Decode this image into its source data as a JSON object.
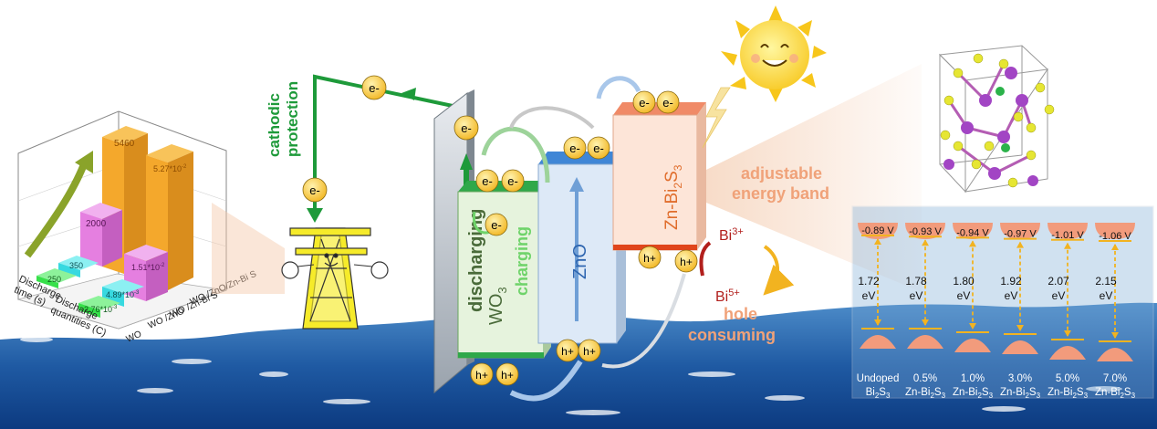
{
  "colors": {
    "sea_top": "#3f7fc0",
    "sea_bottom": "#0d3f86",
    "wo3_face": "#e6f3dd",
    "wo3_top": "#2fa84a",
    "zno_face": "#dde9f7",
    "zno_top": "#3f86d6",
    "znbis_face": "#fde5d8",
    "znbis_top": "#f08a67",
    "electron": "#f6c23b",
    "green_arrow": "#1e9a3a",
    "orange_text": "#f0a279",
    "red_text": "#b2201d",
    "bar_orange": "#f4a82c",
    "bar_pink": "#e57fe0",
    "bar_cyan": "#37d9e0",
    "bar_green": "#37e04a"
  },
  "icons": [
    "sun-icon",
    "power-tower-icon",
    "crystal-structure-icon"
  ],
  "bar_chart": {
    "columns": [
      "WO3",
      "WO3/ZnO",
      "WO3/Zn-Bi2S3",
      "WO3/ZnO/Zn-Bi2S3"
    ],
    "rows": [
      {
        "label": "Discharge time (s)",
        "values": [
          250,
          350,
          2000,
          5460
        ]
      },
      {
        "label": "Discharge quantities (C)",
        "values": [
          "2.76*10-3",
          "4.89*10-3",
          "1.51*10-2",
          "5.27*10-2"
        ]
      }
    ],
    "text": {
      "time_label_1": "Discharge",
      "time_label_2": "time (s)",
      "qty_label_1": "Discharge",
      "qty_label_2": "quantities (C)",
      "col_wo3": "WO",
      "col_wo3_zno": "WO /ZnO",
      "col_wo3_znbis": "WO /Zn-Bi S",
      "col_wo3_zno_znbis": "WO /ZnO/Zn-Bi S",
      "t_250": "250",
      "t_350": "350",
      "t_2000": "2000",
      "t_5460": "5460",
      "q_276": "2.76*10",
      "q_276_exp": "-3",
      "q_489": "4.89*10",
      "q_489_exp": "-3",
      "q_151": "1.51*10",
      "q_151_exp": "-2",
      "q_527": "5.27*10",
      "q_527_exp": "-2"
    }
  },
  "scheme": {
    "cathodic_1": "cathodic",
    "cathodic_2": "protection",
    "electron": "e-",
    "hole": "h+",
    "discharging": "discharging",
    "charging": "charging",
    "wo3": "WO",
    "wo3_sub": "3",
    "zno": "ZnO",
    "znbis": "Zn-Bi",
    "znbis_sub1": "2",
    "znbis_s": "S",
    "znbis_sub2": "3",
    "adjustable_1": "adjustable",
    "adjustable_2": "energy band",
    "bi3": "Bi",
    "bi3_sup": "3+",
    "bi5": "Bi",
    "bi5_sup": "5+",
    "hole_consuming_1": "hole",
    "hole_consuming_2": "consuming"
  },
  "band_panel": {
    "type": "table",
    "samples": [
      {
        "name_1": "Undoped",
        "name_2": "Bi",
        "sub1": "2",
        "s": "S",
        "sub2": "3",
        "cb": "-0.89 V",
        "gap": "1.72",
        "unit": "eV"
      },
      {
        "name_1": "0.5%",
        "name_2": "Zn-Bi",
        "sub1": "2",
        "s": "S",
        "sub2": "3",
        "cb": "-0.93 V",
        "gap": "1.78",
        "unit": "eV"
      },
      {
        "name_1": "1.0%",
        "name_2": "Zn-Bi",
        "sub1": "2",
        "s": "S",
        "sub2": "3",
        "cb": "-0.94 V",
        "gap": "1.80",
        "unit": "eV"
      },
      {
        "name_1": "3.0%",
        "name_2": "Zn-Bi",
        "sub1": "2",
        "s": "S",
        "sub2": "3",
        "cb": "-0.97 V",
        "gap": "1.92",
        "unit": "eV"
      },
      {
        "name_1": "5.0%",
        "name_2": "Zn-Bi",
        "sub1": "2",
        "s": "S",
        "sub2": "3",
        "cb": "-1.01 V",
        "gap": "2.07",
        "unit": "eV"
      },
      {
        "name_1": "7.0%",
        "name_2": "Zn-Bi",
        "sub1": "2",
        "s": "S",
        "sub2": "3",
        "cb": "-1.06 V",
        "gap": "2.15",
        "unit": "eV"
      }
    ]
  }
}
